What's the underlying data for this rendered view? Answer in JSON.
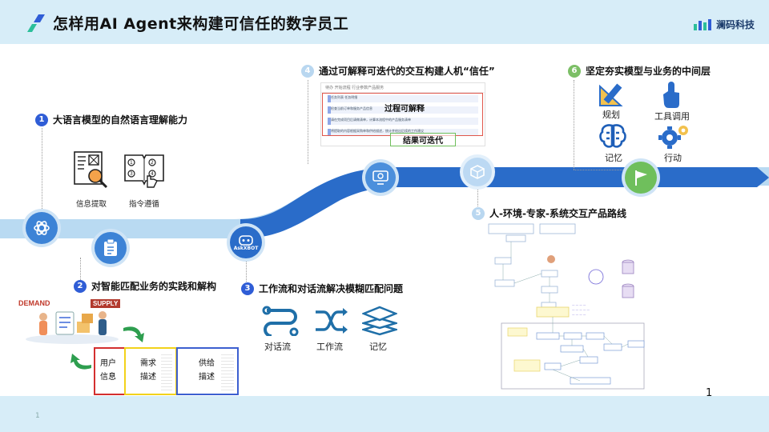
{
  "header": {
    "title": "怎样用AI Agent来构建可信任的数字员工",
    "brand": "澜码科技"
  },
  "footer": {
    "page_number_small": "1",
    "page_number_large": "1"
  },
  "steps": [
    {
      "num": "1",
      "label": "大语言模型的自然语言理解能力"
    },
    {
      "num": "2",
      "label": "对智能匹配业务的实践和解构"
    },
    {
      "num": "3",
      "label": "工作流和对话流解决模糊匹配问题"
    },
    {
      "num": "4",
      "label": "通过可解释可迭代的交互构建人机“信任”"
    },
    {
      "num": "5",
      "label": "人-环境-专家-系统交互产品路线"
    },
    {
      "num": "6",
      "label": "坚定夯实模型与业务的中间层"
    }
  ],
  "step1": {
    "captions": [
      "信息提取",
      "指令遵循"
    ]
  },
  "step2": {
    "demand": "DEMAND",
    "supply": "SUPPLY",
    "boxes": [
      {
        "line1": "用户",
        "line2": "信息",
        "color": "#d32f2f"
      },
      {
        "line1": "需求",
        "line2": "描述",
        "color": "#f2d21b"
      },
      {
        "line1": "供给",
        "line2": "描述",
        "color": "#3c5fd0"
      }
    ]
  },
  "step3": {
    "captions": [
      "对话流",
      "工作流",
      "记忆"
    ]
  },
  "step4": {
    "tab_text": "待办  开始流程   行业参数产品服务",
    "items": [
      "任务列表 任务明细",
      "检查当前订单和服务产品信息",
      "请在完成项目后请做清单，计算本流程中的产品服务清单",
      "将提取的内容根据采购单和供给描述，统计并给出后续的工作建议"
    ],
    "explain_label": "过程可解释",
    "iterate_label": "结果可迭代"
  },
  "step6": {
    "captions": [
      "规划",
      "工具调用",
      "记忆",
      "行动"
    ]
  },
  "road_nodes": {
    "askxbot": "AskXBOT"
  },
  "colors": {
    "accent_blue": "#2f5dd6",
    "road_blue": "#2a6cc9",
    "road_light": "#b9daf2",
    "header_bg": "#d7edf8"
  }
}
